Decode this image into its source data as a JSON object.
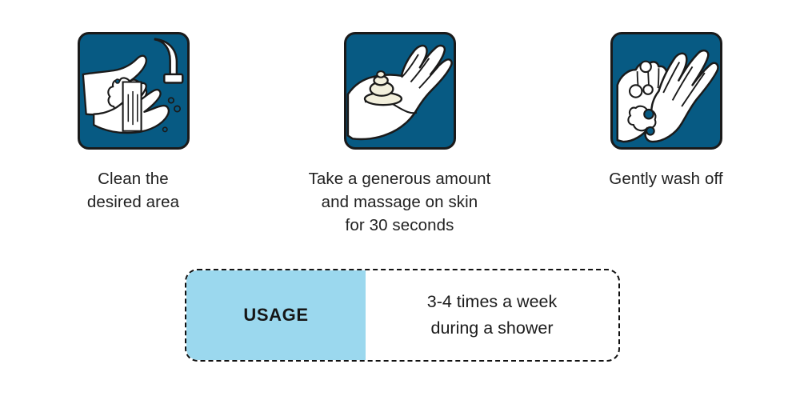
{
  "steps": [
    {
      "icon": "hand-under-faucet-icon",
      "caption": "Clean the\ndesired area"
    },
    {
      "icon": "palm-with-cream-dollop-icon",
      "caption": "Take a generous amount\nand massage on skin\nfor 30 seconds"
    },
    {
      "icon": "hands-lathering-icon",
      "caption": "Gently wash off"
    }
  ],
  "usage": {
    "label": "USAGE",
    "value": "3-4 times a week\nduring a shower"
  },
  "colors": {
    "tile_background": "#075a83",
    "tile_border": "#1a1a1a",
    "usage_label_background": "#9bd8ee",
    "usage_border": "#111111",
    "text": "#1b1b1b",
    "illustration_fill": "#ffffff",
    "cream_fill": "#f2efdc"
  }
}
